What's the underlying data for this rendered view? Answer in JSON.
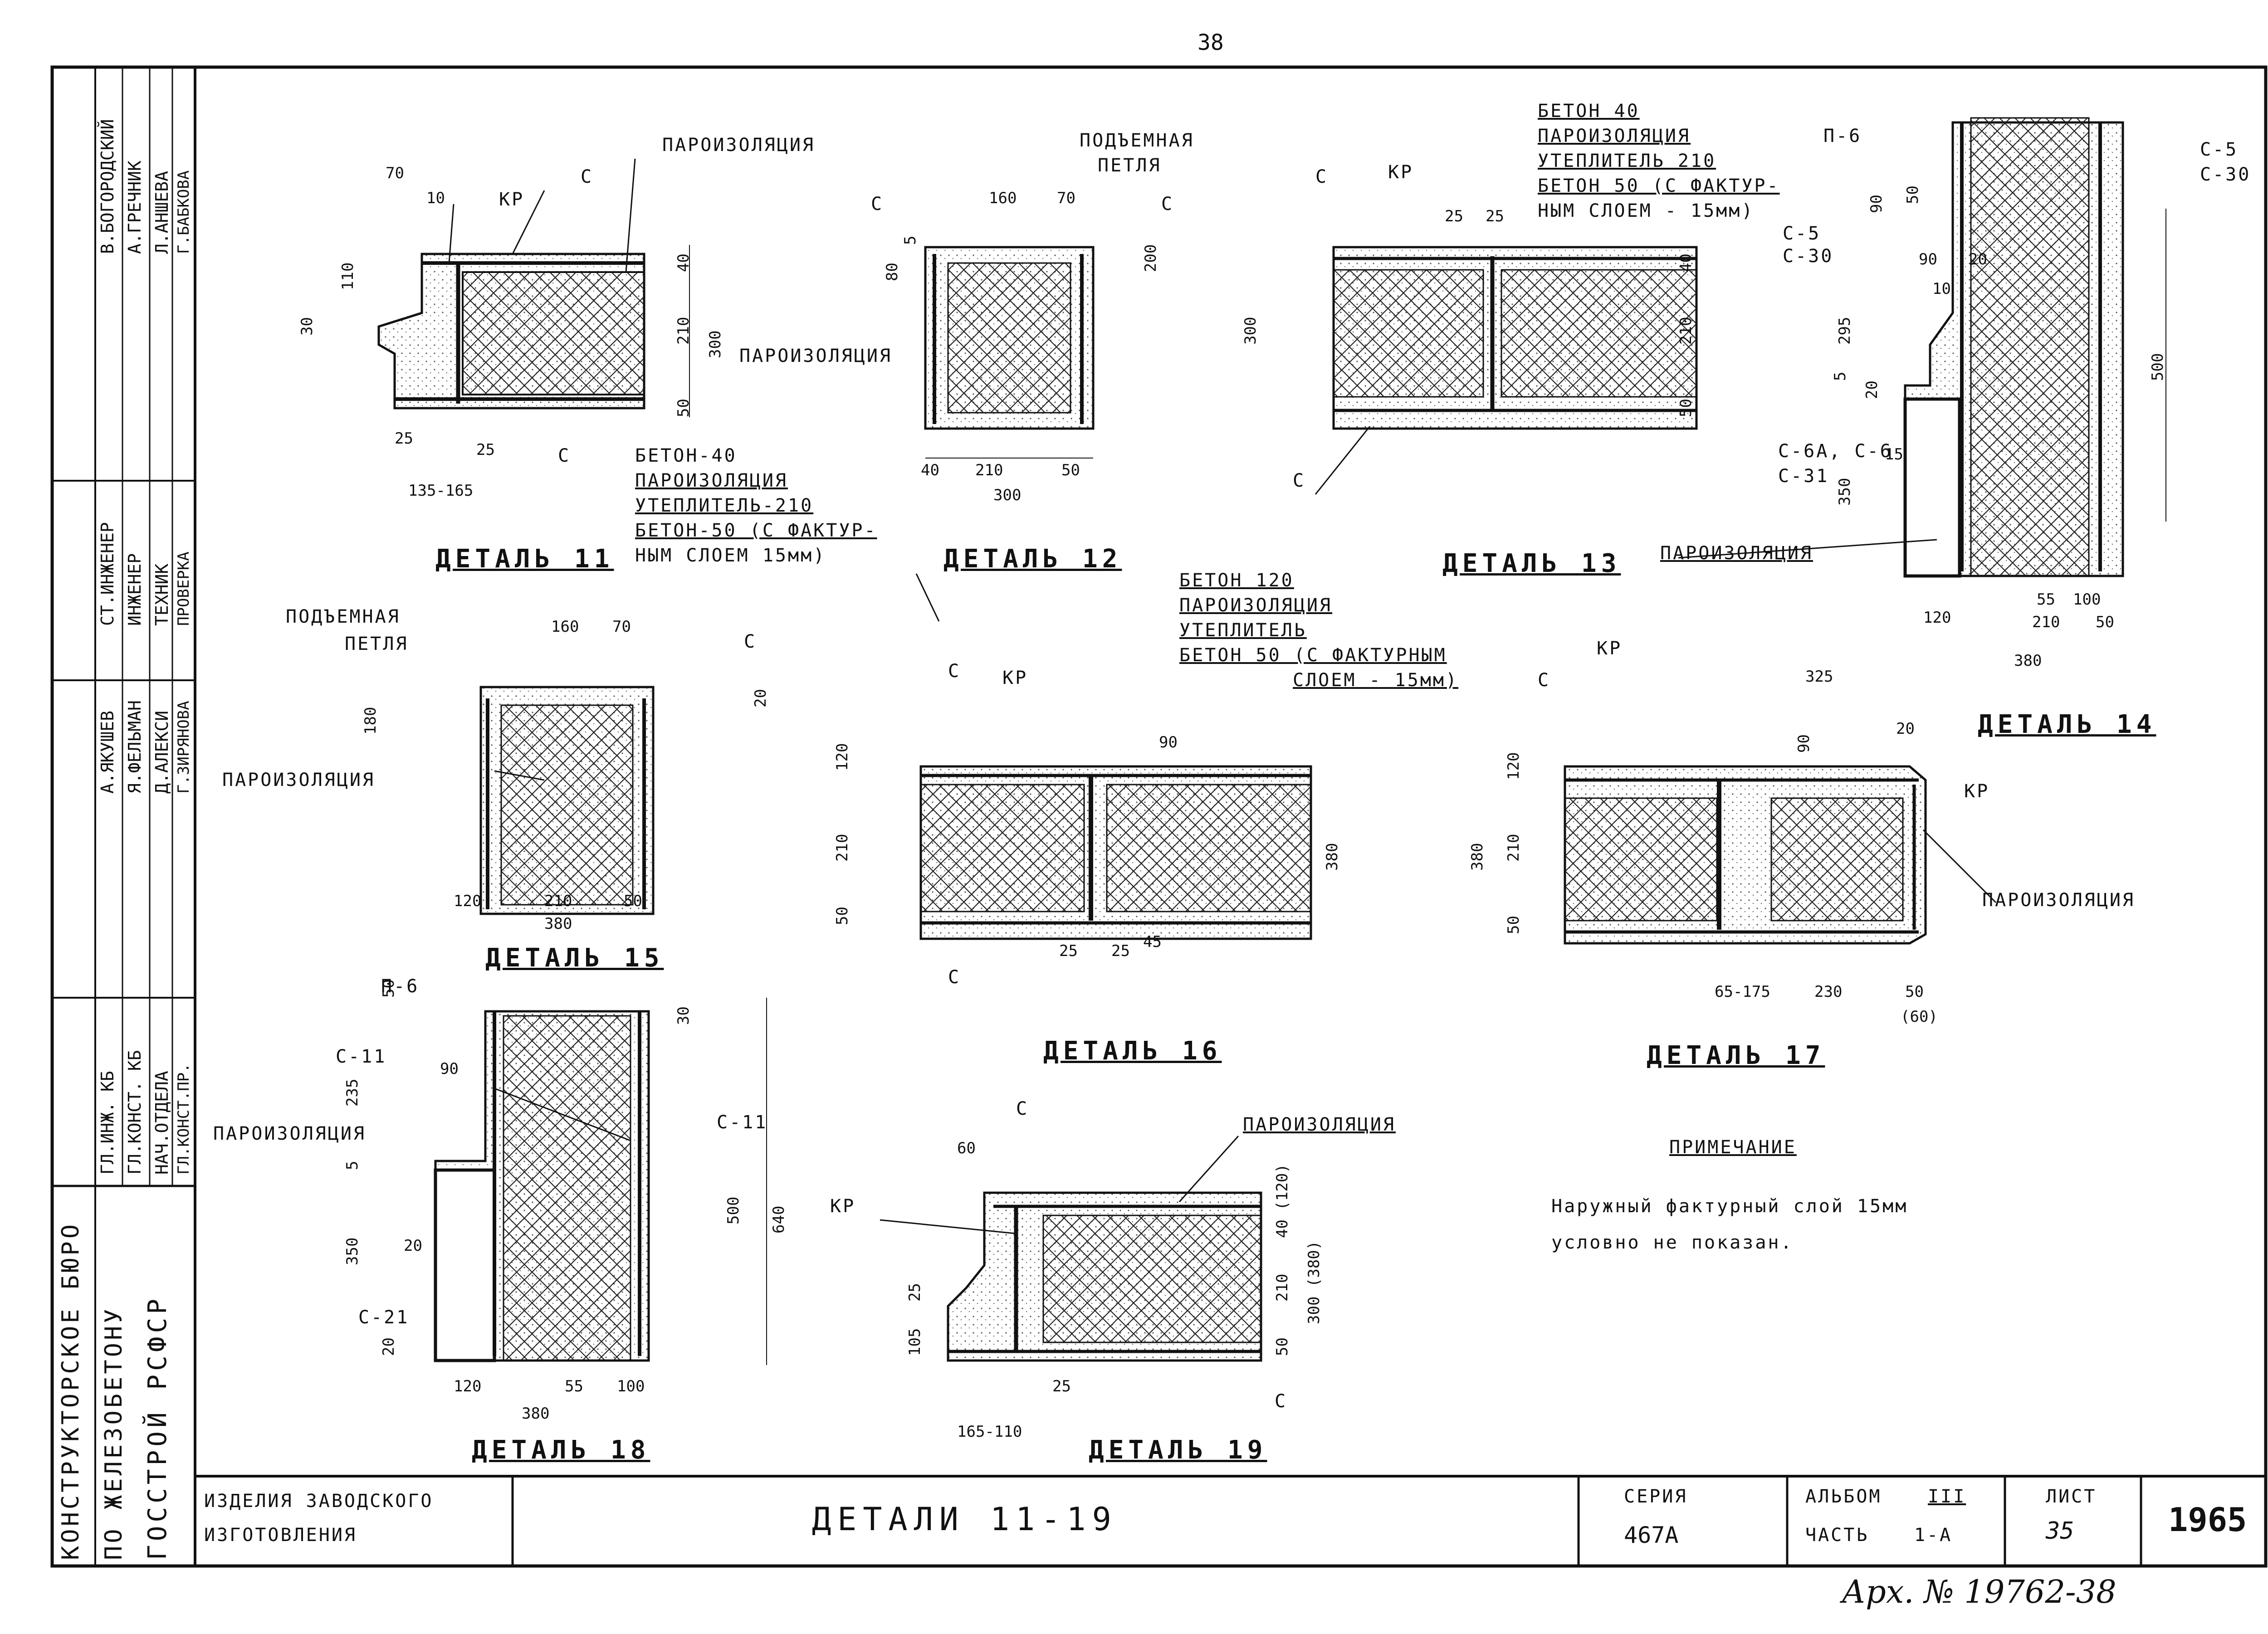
{
  "page_number": "38",
  "archive_number": "Арх. № 19762-38",
  "side_stamp": {
    "org_lines": [
      "КОНСТРУКТОРСКОЕ БЮРО",
      "ПО ЖЕЛЕЗОБЕТОНУ",
      "ГОССТРОЙ РСФСР"
    ],
    "roles_left": [
      "ГЛ.ИНЖ. КБ",
      "ГЛ.КОНСТ. КБ",
      "НАЧ.ОТДЕЛА",
      "ГЛ.КОНСТ.ПР."
    ],
    "names_left": [
      "А.ЯКУШЕВ",
      "Я.ФЕЛЬМАН",
      "Д.АЛЕКСИ",
      "Г.ЗИРЯНОВА"
    ],
    "roles_right": [
      "СТ.ИНЖЕНЕР",
      "ИНЖЕНЕР",
      "ТЕХНИК",
      "ПРОВЕРКА"
    ],
    "names_right": [
      "В.БОГОРОДСКИЙ",
      "А.ГРЕЧНИК",
      "Л.АНШЕВА",
      "Г.БАБКОВА"
    ]
  },
  "title_block": {
    "product": [
      "ИЗДЕЛИЯ ЗАВОДСКОГО",
      "ИЗГОТОВЛЕНИЯ"
    ],
    "title": "ДЕТАЛИ   11-19",
    "series_label": "СЕРИЯ",
    "series_value": "467А",
    "album_label": "АЛЬБОМ",
    "album_value": "III",
    "part_label": "ЧАСТЬ",
    "part_value": "1-А",
    "sheet_label": "ЛИСТ",
    "sheet_value": "35",
    "year": "1965"
  },
  "note": {
    "heading": "ПРИМЕЧАНИЕ",
    "line1": "Наружный фактурный слой 15мм",
    "line2": "условно не показан."
  },
  "common_labels": {
    "s": "С",
    "kr": "КР",
    "vapor": "ПАРОИЗОЛЯЦИЯ",
    "loop": [
      "ПОДЪЕМНАЯ",
      "ПЕТЛЯ"
    ]
  },
  "details": {
    "d11": {
      "title": "ДЕТАЛЬ 11",
      "layers": [
        "БЕТОН-40",
        "ПАРОИЗОЛЯЦИЯ",
        "УТЕПЛИТЕЛЬ-210",
        "БЕТОН-50 (С ФАКТУР-",
        "НЫМ СЛОЕМ 15мм)"
      ],
      "dims": [
        "70",
        "10",
        "110",
        "30",
        "40",
        "210",
        "300",
        "50",
        "25",
        "25",
        "135-165"
      ]
    },
    "d12": {
      "title": "ДЕТАЛЬ 12",
      "dims": [
        "160",
        "70",
        "5",
        "80",
        "200",
        "40",
        "210",
        "50",
        "300"
      ]
    },
    "d13": {
      "title": "ДЕТАЛЬ 13",
      "layers": [
        "БЕТОН 40",
        "ПАРОИЗОЛЯЦИЯ",
        "УТЕПЛИТЕЛЬ 210",
        "БЕТОН 50 (С ФАКТУР-",
        "НЫМ СЛОЕМ - 15мм)"
      ],
      "dims": [
        "25",
        "25",
        "300",
        "40",
        "210",
        "50"
      ]
    },
    "d14": {
      "title": "ДЕТАЛЬ 14",
      "labels": [
        "П-6",
        "С-5",
        "С-30",
        "С-5",
        "С-30",
        "С-6А, С-6",
        "С-31"
      ],
      "dims": [
        "50",
        "90",
        "90",
        "20",
        "10",
        "295",
        "5",
        "20",
        "15",
        "350",
        "500",
        "120",
        "55",
        "100",
        "210",
        "50",
        "380"
      ]
    },
    "d15": {
      "title": "ДЕТАЛЬ 15",
      "dims": [
        "160",
        "70",
        "20",
        "180",
        "120",
        "210",
        "50",
        "380"
      ]
    },
    "d16": {
      "title": "ДЕТАЛЬ 16",
      "layers": [
        "БЕТОН 120",
        "ПАРОИЗОЛЯЦИЯ",
        "УТЕПЛИТЕЛЬ",
        "БЕТОН 50 (С ФАКТУРНЫМ",
        "СЛОЕМ - 15мм)"
      ],
      "dims": [
        "120",
        "90",
        "210",
        "50",
        "380",
        "25",
        "25",
        "45"
      ]
    },
    "d17": {
      "title": "ДЕТАЛЬ 17",
      "dims": [
        "325",
        "90",
        "20",
        "120",
        "210",
        "50",
        "380",
        "65-175",
        "230",
        "50",
        "(60)"
      ]
    },
    "d18": {
      "title": "ДЕТАЛЬ 18",
      "labels": [
        "П-6",
        "С-11",
        "С-11",
        "С-21"
      ],
      "dims": [
        "50",
        "90",
        "30",
        "235",
        "5",
        "350",
        "20",
        "20",
        "500",
        "640",
        "120",
        "55",
        "100",
        "380"
      ]
    },
    "d19": {
      "title": "ДЕТАЛЬ 19",
      "dims": [
        "60",
        "40 (120)",
        "210",
        "300 (380)",
        "50",
        "25",
        "105",
        "25",
        "165-110"
      ]
    }
  }
}
